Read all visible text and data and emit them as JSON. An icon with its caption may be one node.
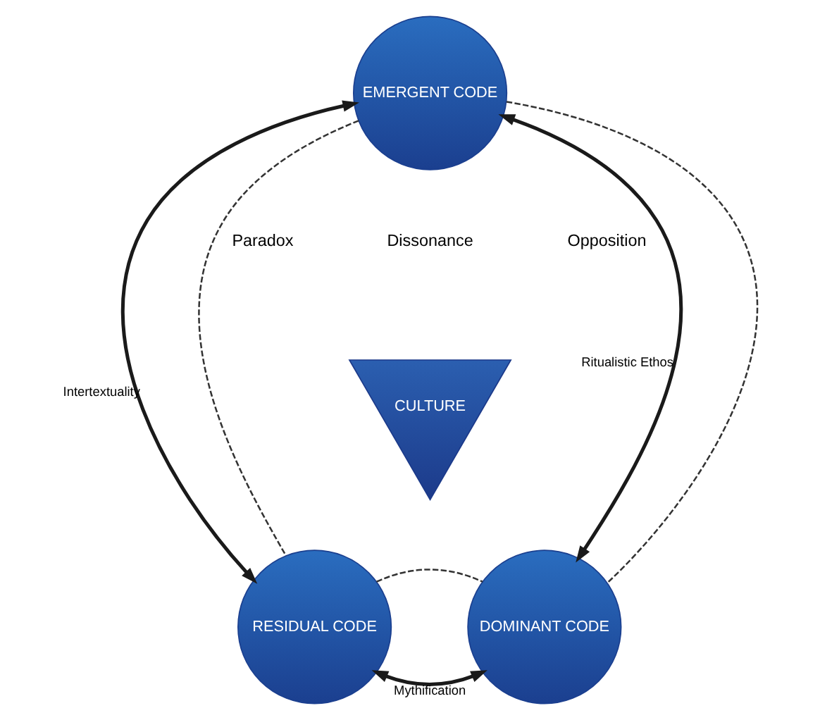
{
  "diagram": {
    "nodes": [
      {
        "text": [
          "EMERGENT CODE"
        ]
      },
      {
        "text": [
          "CULTURE"
        ]
      },
      {
        "text": [
          "RESIDUAL CODE"
        ]
      },
      {
        "text": [
          "DOMINANT CODE"
        ]
      }
    ],
    "edges": [
      {
        "from": 0,
        "to": 2,
        "arrow": "both",
        "label": "Intertextuality"
      },
      {
        "from": 0,
        "to": 3,
        "arrow": "both",
        "label": "Ritualistic Ethos"
      },
      {
        "from": 2,
        "to": 3,
        "arrow": "both",
        "label": "Mythification"
      },
      {
        "from": 0,
        "to": 2,
        "arrow": "none",
        "style": "dashed"
      },
      {
        "from": 0,
        "to": 3,
        "arrow": "none",
        "style": "dashed"
      },
      {
        "from": 2,
        "to": 3,
        "arrow": "none",
        "style": "dashed"
      }
    ],
    "labels": [
      "Opposition",
      "Paradox",
      "Dissonance"
    ]
  }
}
